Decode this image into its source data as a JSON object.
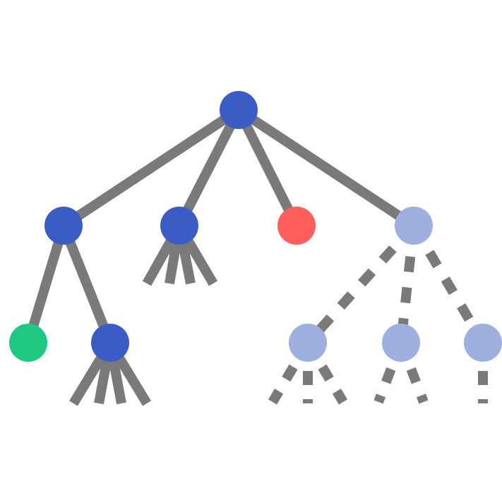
{
  "colors": {
    "background": "#ffffff",
    "edge": "#7a7a7a",
    "node_explored": "#3b5cc4",
    "node_unexplored": "#9db0e0",
    "node_goal": "#1ec882",
    "node_failure": "#ff5f5a"
  },
  "tree": {
    "nodes": [
      {
        "id": "root",
        "status": "explored",
        "children": [
          "a",
          "b",
          "c",
          "d"
        ]
      },
      {
        "id": "a",
        "status": "explored",
        "children": [
          "a1",
          "a2"
        ]
      },
      {
        "id": "b",
        "status": "explored",
        "children": []
      },
      {
        "id": "c",
        "status": "failure",
        "children": []
      },
      {
        "id": "d",
        "status": "unexplored",
        "children": [
          "d1",
          "d2",
          "d3"
        ]
      },
      {
        "id": "a1",
        "status": "goal",
        "children": []
      },
      {
        "id": "a2",
        "status": "explored",
        "children": []
      },
      {
        "id": "d1",
        "status": "unexplored",
        "children": []
      },
      {
        "id": "d2",
        "status": "unexplored",
        "children": []
      },
      {
        "id": "d3",
        "status": "unexplored",
        "children": []
      }
    ]
  }
}
